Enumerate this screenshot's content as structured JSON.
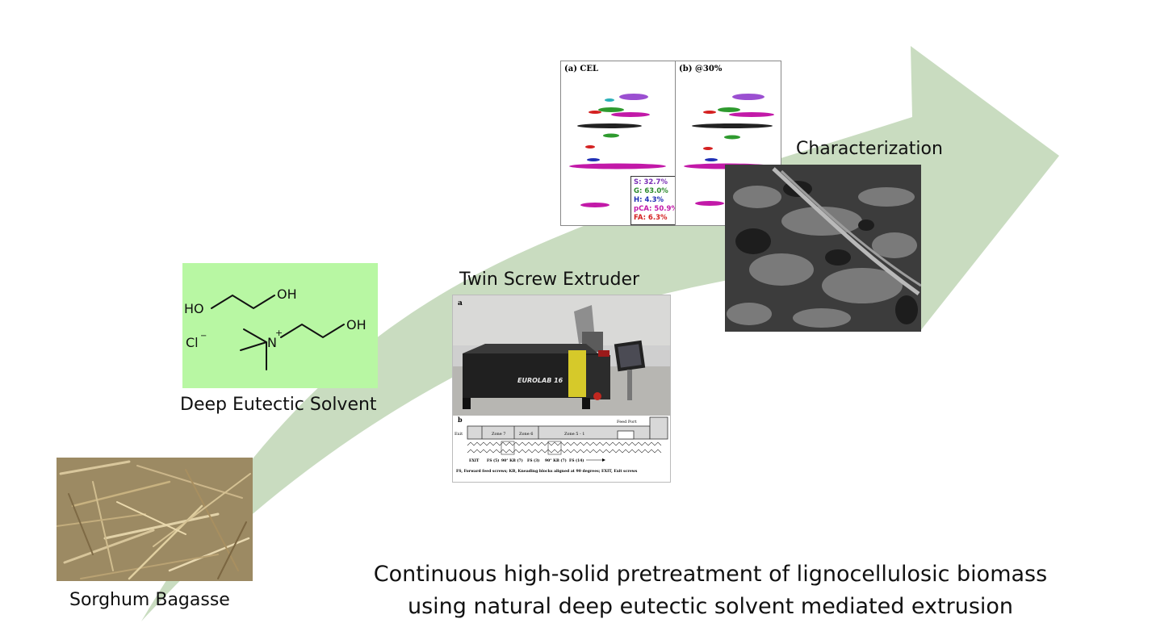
{
  "steps": {
    "biomass": {
      "label": "Sorghum Bagasse"
    },
    "solvent": {
      "label": "Deep Eutectic Solvent",
      "atoms": {
        "ho1": "HO",
        "oh1": "OH",
        "oh2": "OH",
        "chloride": "Cl",
        "chloride_charge": "−",
        "nitrogen": "N",
        "nitrogen_charge": "+"
      }
    },
    "extruder": {
      "label": "Twin Screw Extruder",
      "panel_a_letter": "a",
      "panel_b_letter": "b",
      "brand_text": "EUROLAB 16",
      "zones": {
        "exit": "Exit",
        "zone7": "Zone 7",
        "zone6": "Zone 6",
        "zone5_1": "Zone 5 - 1",
        "feed_port": "Feed Port"
      },
      "screw_labels": [
        "EXIT",
        "FS (5)",
        "90° KB (7)",
        "FS (3)",
        "90° KB (7)",
        "FS (14)"
      ],
      "caption": "FS, Forward feed screws; KB, Kneading blocks aligned at 90 degrees; EXIT, Exit screws"
    },
    "characterization": {
      "label": "Characterization",
      "nmr_panels": [
        {
          "title": "(a) CEL",
          "legend": [
            "S: 32.7%",
            "G: 63.0%",
            "H: 4.3%",
            "pCA: 50.9%",
            "FA: 6.3%"
          ]
        },
        {
          "title": "(b) @30%"
        }
      ]
    }
  },
  "title_lines": [
    "Continuous high-solid pretreatment of lignocellulosic biomass",
    "using natural deep eutectic solvent mediated extrusion"
  ],
  "colors": {
    "arrow": "#c9dcc0",
    "solvent_bg": "#b8f7a3",
    "legend": [
      "#7b2fb5",
      "#2e8b2e",
      "#1f2fb5",
      "#c219a8",
      "#d42020"
    ]
  }
}
